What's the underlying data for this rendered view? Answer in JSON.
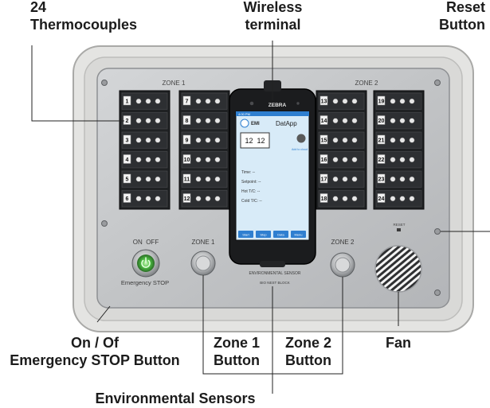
{
  "callouts": {
    "thermocouples": [
      "24",
      "Thermocouples"
    ],
    "wireless": [
      "Wireless",
      "terminal"
    ],
    "reset": [
      "Reset",
      "Button"
    ],
    "onoff": [
      "On / Of",
      "Emergency STOP Button"
    ],
    "zone1": [
      "Zone 1",
      "Button"
    ],
    "zone2": [
      "Zone 2",
      "Button"
    ],
    "fan": [
      "Fan"
    ],
    "env": [
      "Environmental Sensors"
    ]
  },
  "panel": {
    "zone1_label": "ZONE 1",
    "zone2_label": "ZONE 2",
    "onoff_label": "ON  OFF",
    "zone1_button_label": "ZONE 1",
    "zone2_button_label": "ZONE 2",
    "emergency_label": "Emergency STOP",
    "reset_label": "RESET",
    "env_sensor_label": "ENVIRONMENTAL SENSOR",
    "block_label": "BIO NEST BLOCK",
    "thermocouple_numbers": [
      [
        "1",
        "2",
        "3",
        "4",
        "5",
        "6"
      ],
      [
        "7",
        "8",
        "9",
        "10",
        "11",
        "12"
      ],
      [
        "13",
        "14",
        "15",
        "16",
        "17",
        "18"
      ],
      [
        "19",
        "20",
        "21",
        "22",
        "23",
        "24"
      ]
    ]
  },
  "terminal": {
    "brand": "ZEBRA",
    "logo": "EMI",
    "app_title": "DatApp",
    "status_left": "4:00 PM",
    "display_value": "12  12",
    "link_text": "Add to cloud",
    "fields": [
      "Time:  --",
      "Setpoint:  --",
      "Hot T/C:  --",
      "Cold T/C:  --"
    ],
    "buttons": [
      "Start",
      "Stop",
      "Data",
      "Menu"
    ]
  },
  "colors": {
    "panel": "#c7c9cb",
    "frame": "#e2e2e0",
    "strip": "#1f2123",
    "power_green": "#3fae3a",
    "screen": "#d8ebf8",
    "accent": "#2f7fd0"
  }
}
